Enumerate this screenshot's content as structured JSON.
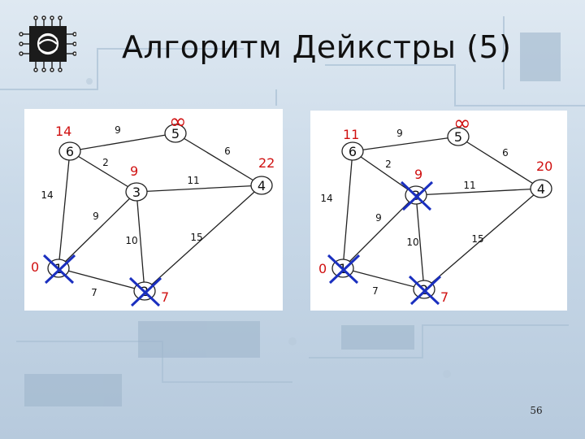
{
  "slide": {
    "title": "Алгоритм Дейкстры (5)",
    "page_number": "56"
  },
  "colors": {
    "distance_label": "#d01010",
    "cross_mark": "#1a2fbf",
    "edge": "#222222"
  },
  "graphs": [
    {
      "nodes": [
        {
          "id": "1",
          "label": "1",
          "distance": "0",
          "visited": true
        },
        {
          "id": "2",
          "label": "2",
          "distance": "7",
          "visited": true
        },
        {
          "id": "3",
          "label": "3",
          "distance": "9",
          "visited": false
        },
        {
          "id": "4",
          "label": "4",
          "distance": "22",
          "visited": false
        },
        {
          "id": "5",
          "label": "5",
          "distance": "∞",
          "visited": false
        },
        {
          "id": "6",
          "label": "6",
          "distance": "14",
          "visited": false
        }
      ],
      "edges": [
        {
          "from": "6",
          "to": "5",
          "weight": "9"
        },
        {
          "from": "5",
          "to": "4",
          "weight": "6"
        },
        {
          "from": "6",
          "to": "3",
          "weight": "2"
        },
        {
          "from": "3",
          "to": "4",
          "weight": "11"
        },
        {
          "from": "6",
          "to": "1",
          "weight": "14"
        },
        {
          "from": "1",
          "to": "3",
          "weight": "9"
        },
        {
          "from": "3",
          "to": "2",
          "weight": "10"
        },
        {
          "from": "2",
          "to": "4",
          "weight": "15"
        },
        {
          "from": "1",
          "to": "2",
          "weight": "7"
        }
      ]
    },
    {
      "nodes": [
        {
          "id": "1",
          "label": "1",
          "distance": "0",
          "visited": true
        },
        {
          "id": "2",
          "label": "2",
          "distance": "7",
          "visited": true
        },
        {
          "id": "3",
          "label": "3",
          "distance": "9",
          "visited": true
        },
        {
          "id": "4",
          "label": "4",
          "distance": "20",
          "visited": false
        },
        {
          "id": "5",
          "label": "5",
          "distance": "∞",
          "visited": false
        },
        {
          "id": "6",
          "label": "6",
          "distance": "11",
          "visited": false
        }
      ],
      "edges": [
        {
          "from": "6",
          "to": "5",
          "weight": "9"
        },
        {
          "from": "5",
          "to": "4",
          "weight": "6"
        },
        {
          "from": "6",
          "to": "3",
          "weight": "2"
        },
        {
          "from": "3",
          "to": "4",
          "weight": "11"
        },
        {
          "from": "6",
          "to": "1",
          "weight": "14"
        },
        {
          "from": "1",
          "to": "3",
          "weight": "9"
        },
        {
          "from": "3",
          "to": "2",
          "weight": "10"
        },
        {
          "from": "2",
          "to": "4",
          "weight": "15"
        },
        {
          "from": "1",
          "to": "2",
          "weight": "7"
        }
      ]
    }
  ]
}
